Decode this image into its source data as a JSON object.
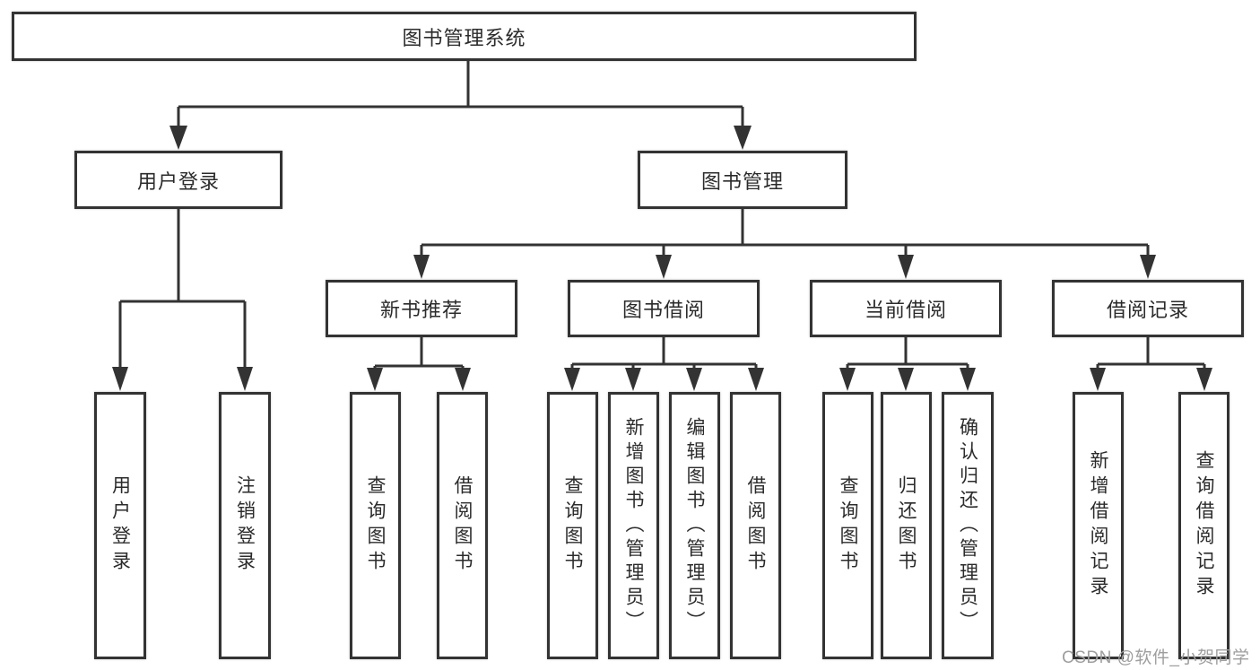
{
  "diagram": {
    "type": "hierarchy-tree",
    "colors": {
      "line": "#333333",
      "box_border": "#333333",
      "box_fill": "#ffffff",
      "text": "#2b2b2b",
      "watermark": "#9e9e9e",
      "background": "#ffffff"
    },
    "nodes": {
      "root": "图书管理系统",
      "l2_user_login": "用户登录",
      "l2_book_mgmt": "图书管理",
      "l3_new_books": "新书推荐",
      "l3_book_borrow": "图书借阅",
      "l3_current_borrow": "当前借阅",
      "l3_borrow_records": "借阅记录",
      "leaf_user_login": "用户登录",
      "leaf_logout": "注销登录",
      "leaf_query_books_1": "查询图书",
      "leaf_borrow_books_1": "借阅图书",
      "leaf_query_books_2": "查询图书",
      "leaf_add_books_admin": "新增图书（管理员）",
      "leaf_edit_books_admin": "编辑图书（管理员）",
      "leaf_borrow_books_2": "借阅图书",
      "leaf_query_books_3": "查询图书",
      "leaf_return_books": "归还图书",
      "leaf_confirm_return_admin": "确认归还（管理员）",
      "leaf_add_borrow_record": "新增借阅记录",
      "leaf_query_borrow_record": "查询借阅记录"
    },
    "tree": {
      "label": "图书管理系统",
      "children": [
        {
          "label": "用户登录",
          "children": [
            {
              "label": "用户登录"
            },
            {
              "label": "注销登录"
            }
          ]
        },
        {
          "label": "图书管理",
          "children": [
            {
              "label": "新书推荐",
              "children": [
                {
                  "label": "查询图书"
                },
                {
                  "label": "借阅图书"
                }
              ]
            },
            {
              "label": "图书借阅",
              "children": [
                {
                  "label": "查询图书"
                },
                {
                  "label": "新增图书（管理员）"
                },
                {
                  "label": "编辑图书（管理员）"
                },
                {
                  "label": "借阅图书"
                }
              ]
            },
            {
              "label": "当前借阅",
              "children": [
                {
                  "label": "查询图书"
                },
                {
                  "label": "归还图书"
                },
                {
                  "label": "确认归还（管理员）"
                }
              ]
            },
            {
              "label": "借阅记录",
              "children": [
                {
                  "label": "新增借阅记录"
                },
                {
                  "label": "查询借阅记录"
                }
              ]
            }
          ]
        }
      ]
    },
    "watermark": "CSDN @软件_小贺同学"
  }
}
